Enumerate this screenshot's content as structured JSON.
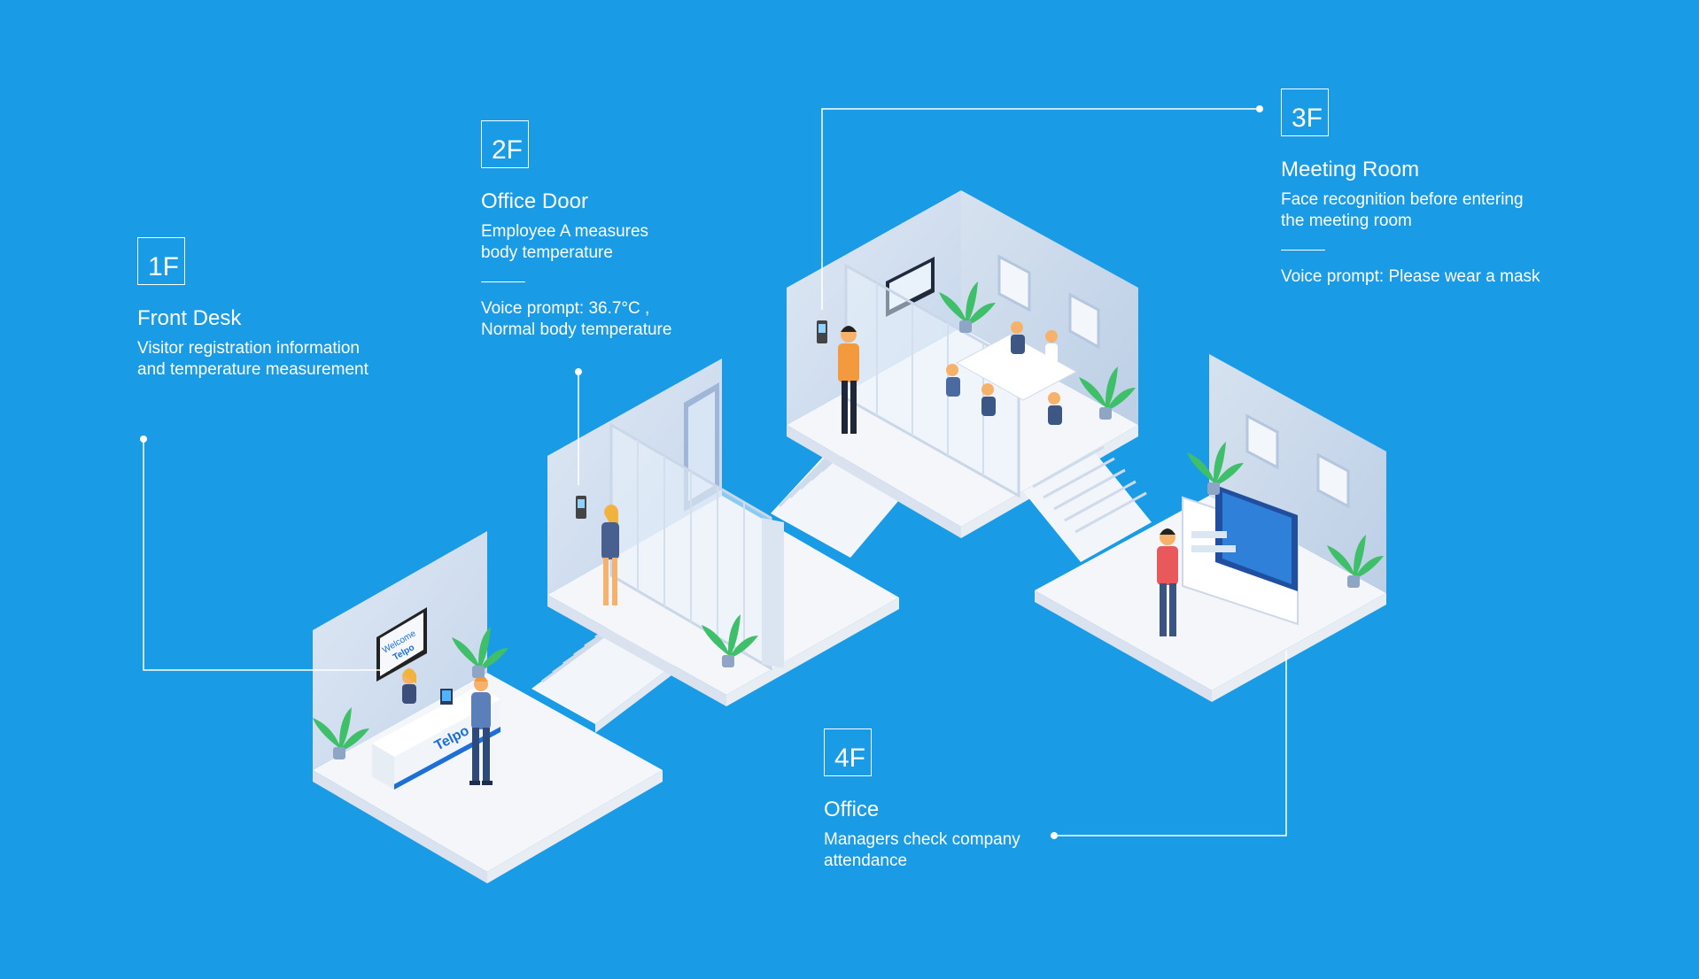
{
  "floors": [
    {
      "id": "1F",
      "title": "Front Desk",
      "lines": [
        "Visitor registration information",
        "and temperature measurement"
      ]
    },
    {
      "id": "2F",
      "title": "Office Door",
      "lines": [
        "Employee A measures",
        "body temperature"
      ],
      "prompt": [
        "Voice prompt: 36.7°C ,",
        "Normal body temperature"
      ]
    },
    {
      "id": "3F",
      "title": "Meeting Room",
      "lines": [
        "Face recognition before entering",
        "the meeting room"
      ],
      "prompt": [
        "Voice prompt: Please wear a mask"
      ]
    },
    {
      "id": "4F",
      "title": "Office",
      "lines": [
        "Managers check company",
        "attendance"
      ]
    }
  ],
  "scene": {
    "welcome_sign": "Welcome",
    "brand": "Telpo"
  },
  "colors": {
    "background": "#1a9be6",
    "floor": "#f3f5f8",
    "wall": "#c9d9ec",
    "accent": "#1b6fd6"
  }
}
